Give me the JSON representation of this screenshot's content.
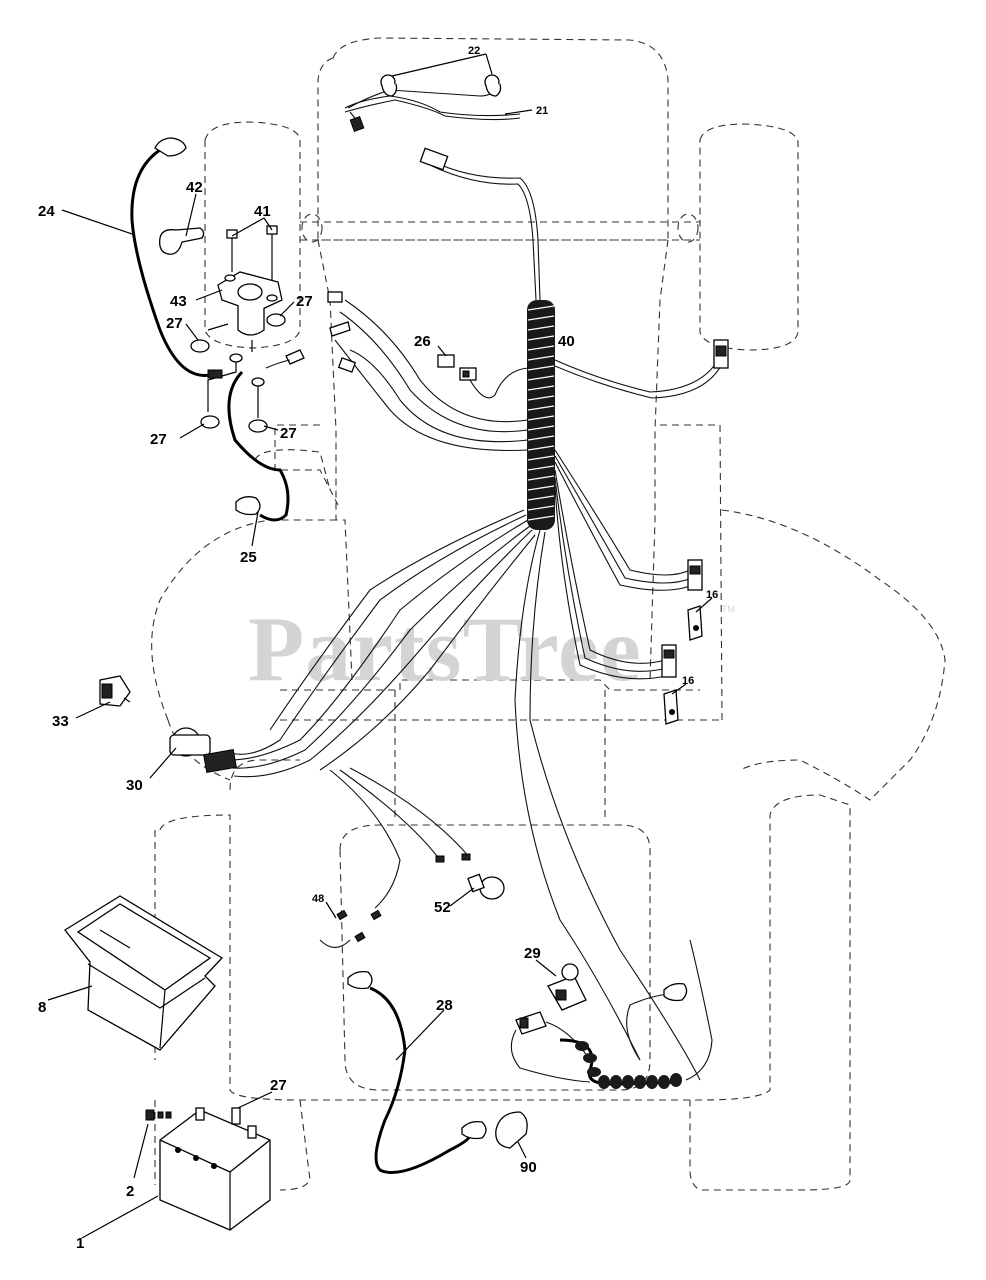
{
  "watermark": {
    "text": "PartsTree",
    "trademark": "TM"
  },
  "callouts": [
    {
      "id": "c22",
      "label": "22",
      "name": "wiring-harness-headlight-bulb"
    },
    {
      "id": "c21",
      "label": "21",
      "name": "headlight-harness"
    },
    {
      "id": "c42",
      "label": "42",
      "name": "terminal-boot"
    },
    {
      "id": "c41",
      "label": "41",
      "name": "solenoid-bolt"
    },
    {
      "id": "c24",
      "label": "24",
      "name": "battery-cable"
    },
    {
      "id": "c43",
      "label": "43",
      "name": "starter-solenoid"
    },
    {
      "id": "c27a",
      "label": "27",
      "name": "nut-upper-right"
    },
    {
      "id": "c27b",
      "label": "27",
      "name": "nut-left"
    },
    {
      "id": "c26",
      "label": "26",
      "name": "fuse-holder"
    },
    {
      "id": "c40",
      "label": "40",
      "name": "main-wiring-harness"
    },
    {
      "id": "c27c",
      "label": "27",
      "name": "nut-lower-left"
    },
    {
      "id": "c27d",
      "label": "27",
      "name": "nut-lower-right"
    },
    {
      "id": "c25",
      "label": "25",
      "name": "ground-wire"
    },
    {
      "id": "c16a",
      "label": "16",
      "name": "switch-upper"
    },
    {
      "id": "c16b",
      "label": "16",
      "name": "switch-lower"
    },
    {
      "id": "c33",
      "label": "33",
      "name": "ignition-key"
    },
    {
      "id": "c30",
      "label": "30",
      "name": "ignition-switch"
    },
    {
      "id": "c48",
      "label": "48",
      "name": "ammeter-connectors"
    },
    {
      "id": "c52",
      "label": "52",
      "name": "light-bulb"
    },
    {
      "id": "c29",
      "label": "29",
      "name": "seat-switch"
    },
    {
      "id": "c8",
      "label": "8",
      "name": "battery-tray"
    },
    {
      "id": "c28",
      "label": "28",
      "name": "battery-cable-negative"
    },
    {
      "id": "c27e",
      "label": "27",
      "name": "nut-battery"
    },
    {
      "id": "c2",
      "label": "2",
      "name": "battery-bolt"
    },
    {
      "id": "c90",
      "label": "90",
      "name": "terminal-cover"
    },
    {
      "id": "c1",
      "label": "1",
      "name": "battery"
    }
  ]
}
